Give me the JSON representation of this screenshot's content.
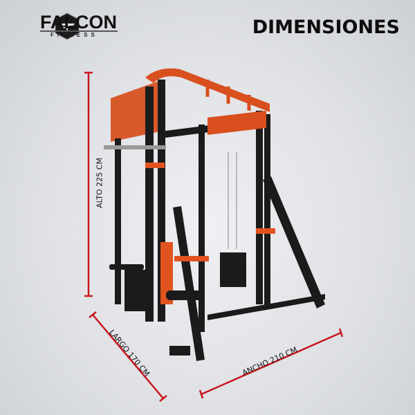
{
  "brand": {
    "name": "FALCON",
    "tagline": "FITNESS"
  },
  "title": "DIMENSIONES",
  "dimensions": {
    "height": "ALTO 225 CM",
    "length": "LARGO 170 CM",
    "width": "ANCHO 210 CM"
  },
  "colors": {
    "accent": "#c8161d",
    "frame": "#1a1a1a",
    "orange": "#e2541f"
  }
}
